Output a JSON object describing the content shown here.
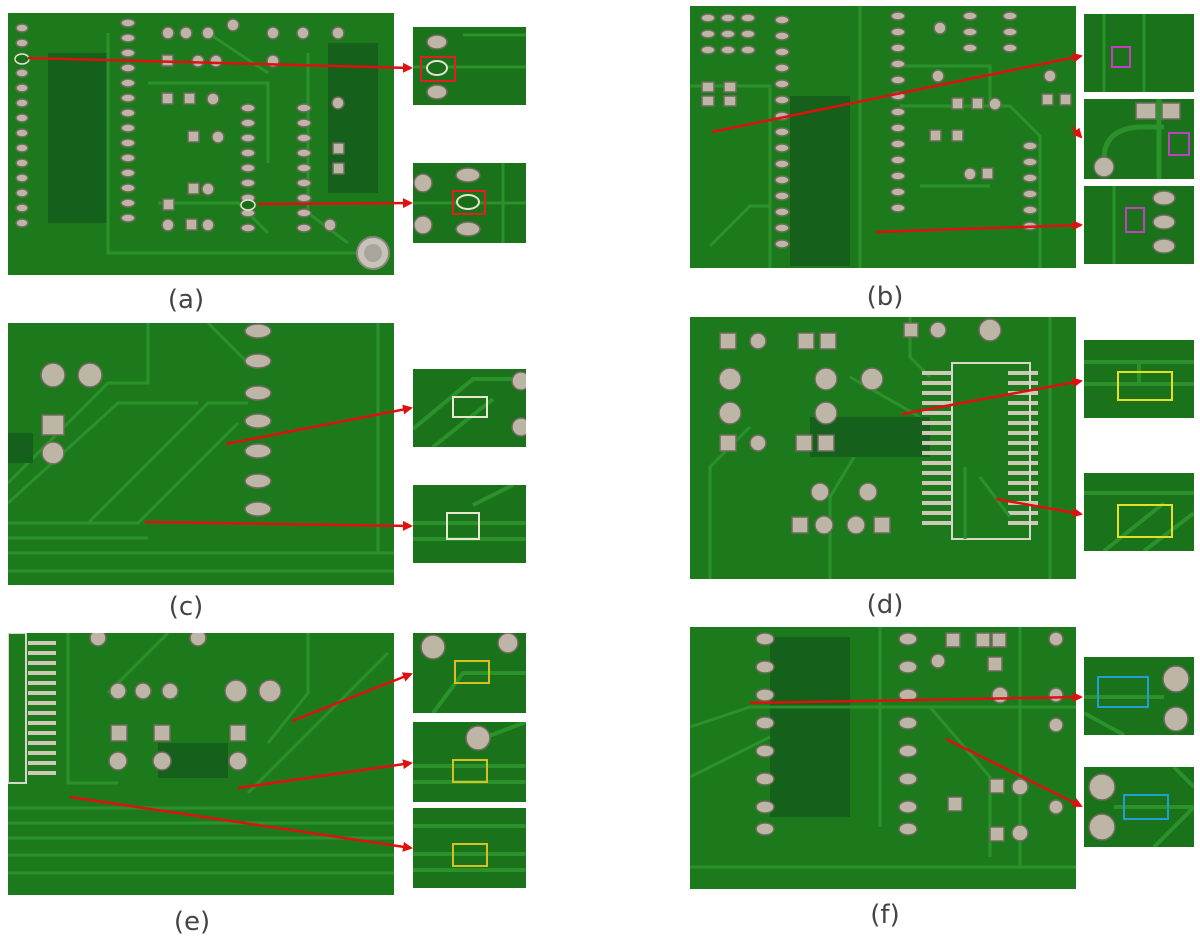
{
  "figure": {
    "colors": {
      "board": "#1c7a1c",
      "board_dark": "#15601a",
      "trace": "#2a8f2a",
      "pad": "#b9b2a2",
      "pad_edge": "#6f6a5c",
      "arrow": "#e01010"
    },
    "panels": [
      {
        "id": "a",
        "caption": "(a)",
        "marker_color": "#e02020"
      },
      {
        "id": "b",
        "caption": "(b)",
        "marker_color": "#c040c0"
      },
      {
        "id": "c",
        "caption": "(c)",
        "marker_color": "#e8e8d0"
      },
      {
        "id": "d",
        "caption": "(d)",
        "marker_color": "#e6e020"
      },
      {
        "id": "e",
        "caption": "(e)",
        "marker_color": "#d8c020"
      },
      {
        "id": "f",
        "caption": "(f)",
        "marker_color": "#20a0d0"
      }
    ]
  }
}
